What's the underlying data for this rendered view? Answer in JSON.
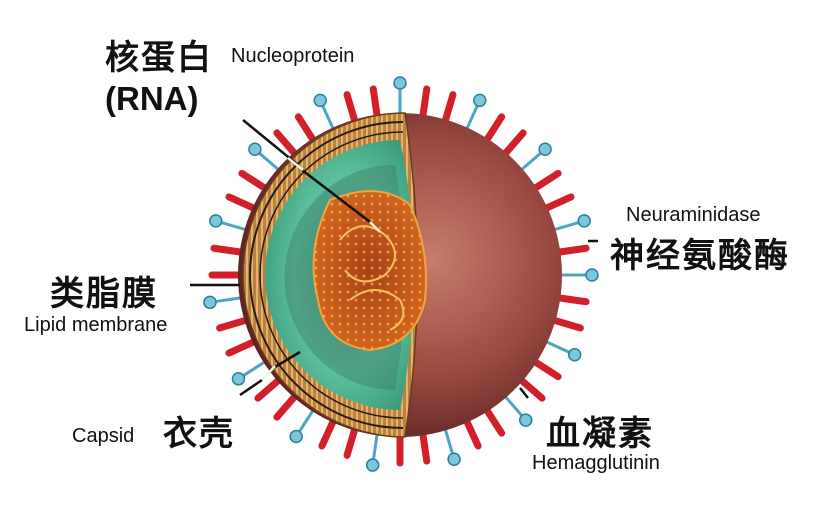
{
  "diagram": {
    "subject": "Influenza virus structure",
    "colors": {
      "envelope_outer": "#8a3e3a",
      "envelope_shade": "#b46b5c",
      "lipid_layer": "#c8904a",
      "capsid_interior": "#4fb090",
      "capsid_dark": "#2e7d66",
      "core": "#c25a1a",
      "core_pattern": "#f3b04a",
      "hemagglutinin": "#d21f2a",
      "neuraminidase": "#4aa6c4"
    },
    "labels": {
      "nucleoprotein_cn": "核蛋白",
      "nucleoprotein_en": "Nucleoprotein",
      "rna": "(RNA)",
      "neuraminidase_en": "Neuraminidase",
      "neuraminidase_cn": "神经氨酸酶",
      "lipid_cn": "类脂膜",
      "lipid_en": "Lipid membrane",
      "capsid_en": "Capsid",
      "capsid_cn": "衣壳",
      "hemagglutinin_cn": "血凝素",
      "hemagglutinin_en": "Hemagglutinin"
    }
  }
}
